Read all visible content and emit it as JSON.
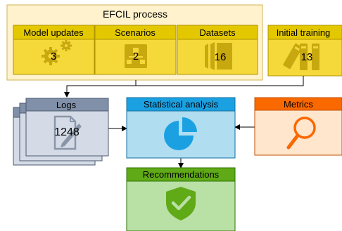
{
  "efcil_group": {
    "title": "EFCIL process",
    "cards": [
      {
        "title": "Model updates",
        "value": "3",
        "icon": "gears-icon"
      },
      {
        "title": "Scenarios",
        "value": "2",
        "icon": "hierarchy-icon"
      },
      {
        "title": "Datasets",
        "value": "16",
        "icon": "stacked-pages-icon"
      }
    ]
  },
  "initial_training": {
    "title": "Initial training",
    "value": "13",
    "icon": "binders-icon"
  },
  "logs": {
    "title": "Logs",
    "value": "1248",
    "icon": "document-edit-icon"
  },
  "statistical_analysis": {
    "title": "Statistical analysis",
    "icon": "pie-chart-icon"
  },
  "metrics": {
    "title": "Metrics",
    "icon": "magnifier-icon"
  },
  "recommendations": {
    "title": "Recommendations",
    "icon": "shield-check-icon"
  },
  "colors": {
    "group_fill": "#fff2cc",
    "group_border": "#d6b656",
    "yellow_header": "#e3c800",
    "yellow_body": "#f5d83a",
    "yellow_icon": "#c8a80f",
    "blue_header": "#1ba1e2",
    "blue_body": "#b1ddf0",
    "blue_icon": "#1ba1e2",
    "orange_header": "#fa6800",
    "orange_body": "#ffe6cc",
    "orange_icon": "#fa6800",
    "green_header": "#60a917",
    "green_body": "#b9e0a5",
    "green_icon": "#60a917",
    "slate_header": "#8090a8",
    "slate_body": "#d4dbe6",
    "slate_icon": "#8a96a8"
  }
}
